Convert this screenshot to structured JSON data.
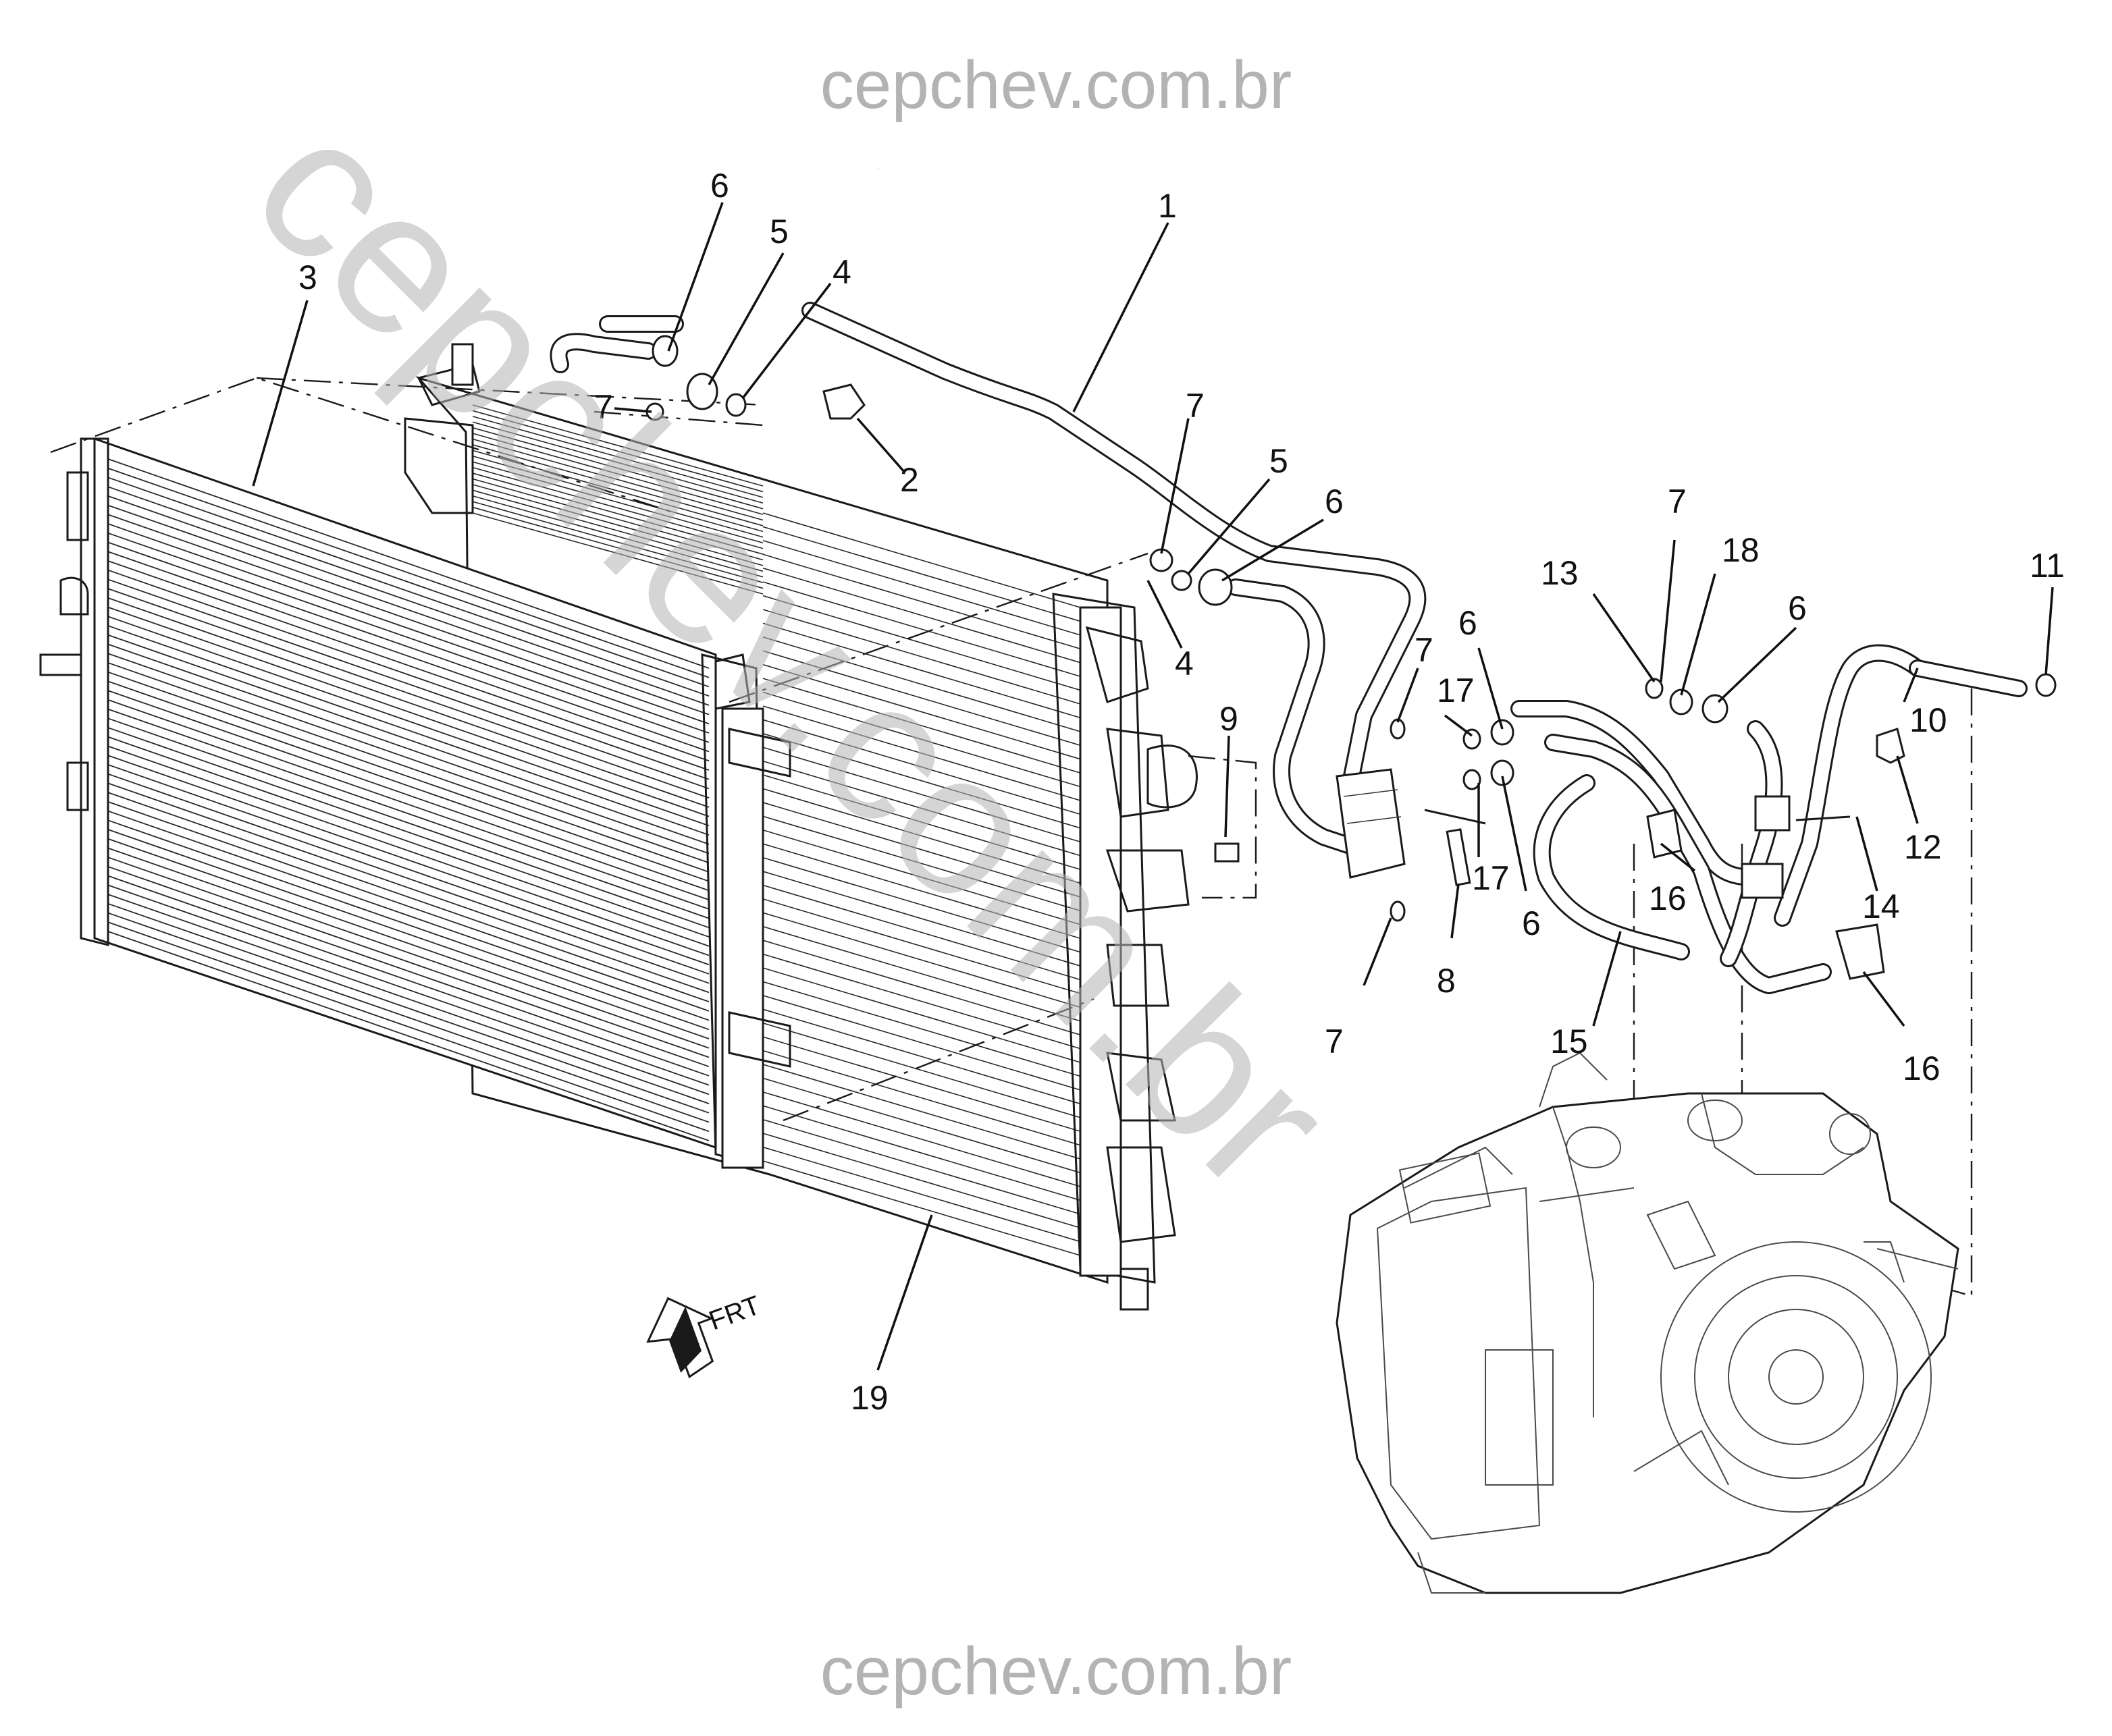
{
  "watermark": {
    "top": "cepchev.com.br",
    "bottom": "cepchev.com.br",
    "diagonal": "cepchev.com.br"
  },
  "frt_label": "FRT",
  "callouts": [
    {
      "id": "c1",
      "text": "1"
    },
    {
      "id": "c2",
      "text": "2"
    },
    {
      "id": "c3",
      "text": "3"
    },
    {
      "id": "c4a",
      "text": "4"
    },
    {
      "id": "c4b",
      "text": "4"
    },
    {
      "id": "c5a",
      "text": "5"
    },
    {
      "id": "c5b",
      "text": "5"
    },
    {
      "id": "c6a",
      "text": "6"
    },
    {
      "id": "c6b",
      "text": "6"
    },
    {
      "id": "c6c",
      "text": "6"
    },
    {
      "id": "c6d",
      "text": "6"
    },
    {
      "id": "c6e",
      "text": "6"
    },
    {
      "id": "c7a",
      "text": "7"
    },
    {
      "id": "c7b",
      "text": "7"
    },
    {
      "id": "c7c",
      "text": "7"
    },
    {
      "id": "c7d",
      "text": "7"
    },
    {
      "id": "c7e",
      "text": "7"
    },
    {
      "id": "c8",
      "text": "8"
    },
    {
      "id": "c9",
      "text": "9"
    },
    {
      "id": "c10",
      "text": "10"
    },
    {
      "id": "c11",
      "text": "11"
    },
    {
      "id": "c12",
      "text": "12"
    },
    {
      "id": "c13",
      "text": "13"
    },
    {
      "id": "c14",
      "text": "14"
    },
    {
      "id": "c15",
      "text": "15"
    },
    {
      "id": "c16a",
      "text": "16"
    },
    {
      "id": "c16b",
      "text": "16"
    },
    {
      "id": "c17a",
      "text": "17"
    },
    {
      "id": "c17b",
      "text": "17"
    },
    {
      "id": "c18",
      "text": "18"
    },
    {
      "id": "c19",
      "text": "19"
    }
  ]
}
